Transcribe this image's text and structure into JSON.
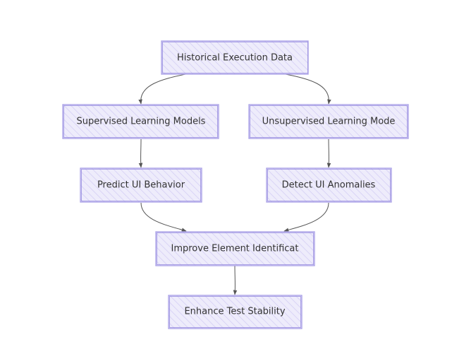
{
  "flowchart": {
    "nodes": [
      {
        "id": "historical",
        "label": "Historical Execution Data"
      },
      {
        "id": "supervised",
        "label": "Supervised Learning Models"
      },
      {
        "id": "unsupervised",
        "label": "Unsupervised Learning Mode"
      },
      {
        "id": "predict",
        "label": "Predict UI Behavior"
      },
      {
        "id": "detect",
        "label": "Detect UI Anomalies"
      },
      {
        "id": "improve",
        "label": "Improve Element Identificat"
      },
      {
        "id": "enhance",
        "label": "Enhance Test Stability"
      }
    ],
    "edges": [
      {
        "from": "historical",
        "to": "supervised"
      },
      {
        "from": "historical",
        "to": "unsupervised"
      },
      {
        "from": "supervised",
        "to": "predict"
      },
      {
        "from": "unsupervised",
        "to": "detect"
      },
      {
        "from": "predict",
        "to": "improve"
      },
      {
        "from": "detect",
        "to": "improve"
      },
      {
        "from": "improve",
        "to": "enhance"
      }
    ],
    "colors": {
      "node_fill": "#eeecfb",
      "node_hatch": "#d9d4f6",
      "node_stroke": "#a79ee6",
      "edge": "#555555",
      "text": "#333333"
    }
  }
}
